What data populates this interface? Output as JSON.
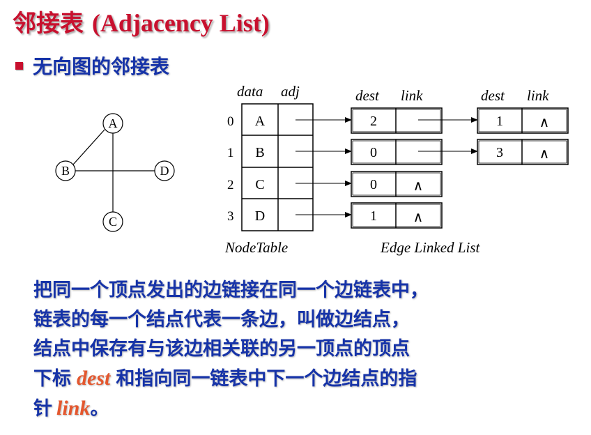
{
  "title": {
    "zh": "邻接表",
    "en": "(Adjacency List)"
  },
  "bullet": "无向图的邻接表",
  "graph": {
    "nodes": [
      "A",
      "B",
      "C",
      "D"
    ],
    "edges": [
      [
        "A",
        "B"
      ],
      [
        "A",
        "C"
      ],
      [
        "B",
        "D"
      ]
    ]
  },
  "node_table": {
    "headers": {
      "data": "data",
      "adj": "adj"
    },
    "indices": [
      "0",
      "1",
      "2",
      "3"
    ],
    "rows": [
      "A",
      "B",
      "C",
      "D"
    ],
    "caption": "NodeTable"
  },
  "edge_list": {
    "headers": {
      "dest": "dest",
      "link": "link"
    },
    "null_symbol": "∧",
    "lists": [
      [
        "2",
        "1"
      ],
      [
        "0",
        "3"
      ],
      [
        "0"
      ],
      [
        "1"
      ]
    ],
    "caption": "Edge Linked List"
  },
  "paragraph": {
    "line1": "把同一个顶点发出的边链接在同一个边链表中，",
    "line2": "链表的每一个结点代表一条边，叫做边结点，",
    "line3": "结点中保存有与该边相关联的另一顶点的顶点",
    "line4_a": "下标",
    "line4_kw": "dest",
    "line4_b": "和指向同一链表中下一个边结点的指",
    "line5_a": "针",
    "line5_kw": "link",
    "line5_b": "。"
  },
  "colors": {
    "title": "#c8102e",
    "text": "#1633a8",
    "keyword": "#e4572e",
    "bullet": "#c8102e"
  }
}
